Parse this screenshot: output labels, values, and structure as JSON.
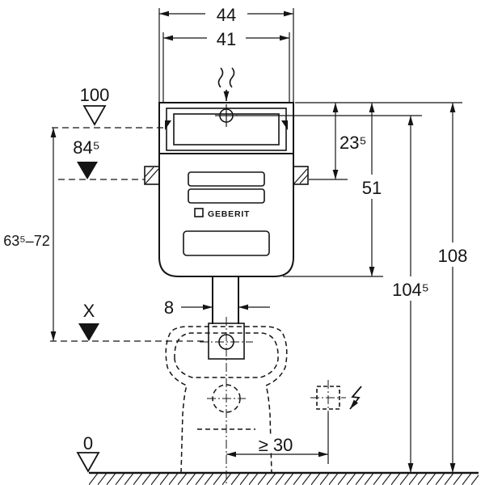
{
  "title": "Concealed cistern installation dimension drawing",
  "brand_label": "GEBERIT",
  "dims": {
    "outer_width": "44",
    "inner_width": "41",
    "meter_mark": "100",
    "cistern_top_level": "84⁵",
    "valve_depth": "23⁵",
    "cistern_height": "51",
    "adjust_range": "63⁵–72",
    "total_height": "108",
    "supply_height": "104⁵",
    "pipe_width": "8",
    "outlet_level": "X",
    "floor_level": "0",
    "min_side_distance": "≥ 30"
  }
}
